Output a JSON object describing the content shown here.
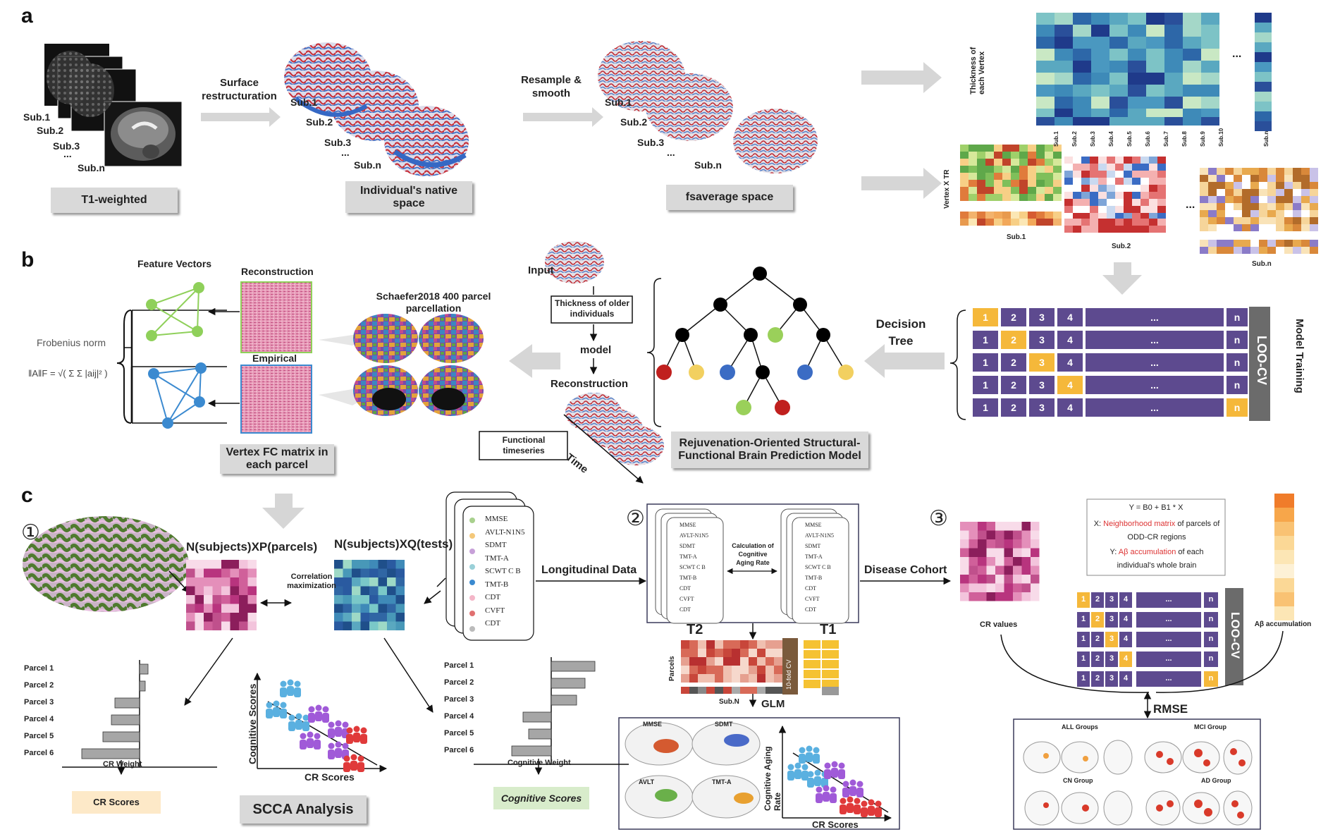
{
  "panel_a": {
    "label": "a",
    "subjects": [
      "Sub.1",
      "Sub.2",
      "Sub.3",
      "...",
      "Sub.n"
    ],
    "t1_box": "T1-weighted",
    "step1": "Surface restructuration",
    "native_box": "Individual's native space",
    "step2": "Resample & smooth",
    "fsaverage_box": "fsaverage space",
    "thickness_label": "Thickness of each Vertex",
    "vertex_tr_label": "Vertex X TR",
    "ellipsis": "...",
    "col_labels": [
      "Sub.1",
      "Sub.2",
      "Sub.3",
      "Sub.4",
      "Sub.5",
      "Sub.6",
      "Sub.7",
      "Sub.8",
      "Sub.9",
      "Sub.10",
      "Sub.n"
    ],
    "fc_subs": [
      "Sub.1",
      "Sub.2",
      "Sub.n"
    ]
  },
  "panel_b": {
    "label": "b",
    "feature_vectors": "Feature Vectors",
    "reconstruction": "Reconstruction",
    "empirical": "Empirical",
    "frobenius": "Frobenius norm",
    "schaefer_title": "Schaefer2018 400 parcel parcellation",
    "input": "Input",
    "thickness_older": "Thickness of older individuals",
    "model": "model",
    "reconstruction2": "Reconstruction",
    "functional_ts": "Functional timeseries",
    "time": "Time",
    "vertex_fc_box": "Vertex FC matrix in each parcel",
    "rejuv_box": "Rejuvenation-Oriented Structural-Functional Brain Prediction Model",
    "decision_tree": "Decision Tree",
    "loo_cv": "LOO-CV",
    "model_training": "Model Training",
    "cv_cells": [
      "1",
      "2",
      "3",
      "4",
      "...",
      "n"
    ]
  },
  "panel_c": {
    "label": "c",
    "step1": "①",
    "step2": "②",
    "step3": "③",
    "np_matrix": "N(subjects)XP(parcels)",
    "nq_matrix": "N(subjects)XQ(tests)",
    "correlation": "Correlation maximization",
    "tests": [
      "MMSE",
      "AVLT-N1N5",
      "SDMT",
      "TMT-A",
      "SCWT C B",
      "TMT-B",
      "CDT",
      "CVFT",
      "CDT"
    ],
    "longitudinal": "Longitudinal Data",
    "calc_rate": "Calculation of Cognitive Aging Rate",
    "disease_cohort": "Disease Cohort",
    "t2": "T2",
    "t1": "T1",
    "parcels": "Parcels",
    "sub_n": "Sub.N",
    "tenfold": "10-fold CV",
    "glm": "GLM",
    "cr_values": "CR values",
    "formula": "Y = B0 + B1 * X",
    "x_desc_prefix": "X: ",
    "x_desc_red": "Neighborhood matrix",
    "x_desc_suffix": " of parcels of ODD-CR regions",
    "y_desc_prefix": "Y: ",
    "y_desc_red": "Aβ accumulation",
    "y_desc_suffix": " of each individual's whole brain",
    "ab_accum": "Aβ accumulation",
    "rmse": "RMSE",
    "groups": [
      "ALL Groups",
      "MCI Group",
      "CN Group",
      "AD Group"
    ],
    "parcel_labels": [
      "Parcel 1",
      "Parcel 2",
      "Parcel 3",
      "Parcel 4",
      "Parcel 5",
      "Parcel 6"
    ],
    "cr_weight": "CR Weight",
    "cr_scores_box": "CR Scores",
    "cog_weight": "Cognitive Weight",
    "cog_scores_box": "Cognitive Scores",
    "scca": "SCCA Analysis",
    "cognitive_scores_axis": "Cognitive Scores",
    "cr_scores_axis": "CR Scores",
    "cog_aging_rate_axis": "Cognitive Aging Rate",
    "brain_labels": [
      "MMSE",
      "SDMT",
      "AVLT",
      "TMT-A"
    ]
  }
}
